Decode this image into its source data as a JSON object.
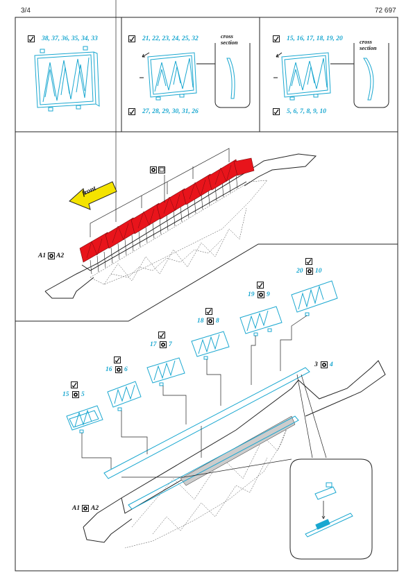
{
  "header": {
    "page": "3/4",
    "code": "72 697"
  },
  "panels": {
    "p1": {
      "parts": "38, 37, 36, 35, 34, 33"
    },
    "p2": {
      "parts_top": "21, 22, 23, 24, 25, 32",
      "parts_bottom": "27, 28, 29, 30, 31, 26",
      "cross_line1": "cross",
      "cross_line2": "section"
    },
    "p3": {
      "parts_top": "15, 16, 17, 18, 19, 20",
      "parts_bottom": "5, 6, 7, 8, 9, 10",
      "cross_line1": "cross",
      "cross_line2": "section"
    }
  },
  "middle": {
    "arrow_text": "front",
    "a1": "A1",
    "a2": "A2"
  },
  "bottom": {
    "steps": [
      {
        "left": "15",
        "right": "5"
      },
      {
        "left": "16",
        "right": "6"
      },
      {
        "left": "17",
        "right": "7"
      },
      {
        "left": "18",
        "right": "8"
      },
      {
        "left": "19",
        "right": "9"
      },
      {
        "left": "20",
        "right": "10"
      }
    ],
    "rail_left": "3",
    "rail_right": "4",
    "a1": "A1",
    "a2": "A2"
  },
  "colors": {
    "part_blue": "#19a7d0",
    "highlight_red": "#e8141b",
    "arrow_yellow": "#f4e300"
  },
  "icons": [
    "bend-check-icon",
    "glue-icon",
    "photo-etch-icon"
  ]
}
